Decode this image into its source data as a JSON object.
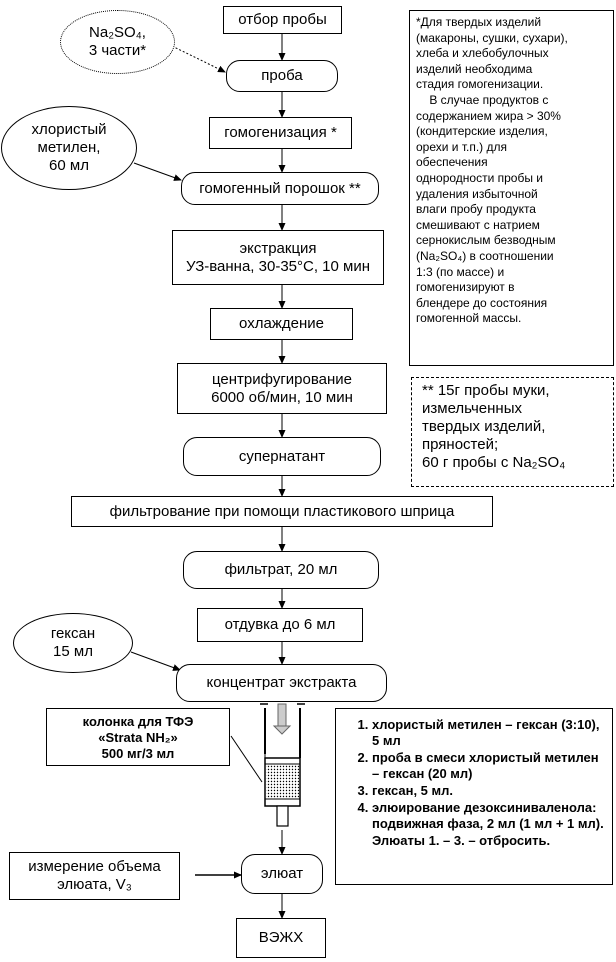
{
  "steps": {
    "sampling": "отбор пробы",
    "sample": "проба",
    "homogenization": "гомогенизация *",
    "homogeneous_powder": "гомогенный порошок **",
    "extraction": [
      "экстракция",
      "УЗ-ванна, 30-35°C, 10 мин"
    ],
    "cooling": "охлаждение",
    "centrifugation": [
      "центрифугирование",
      "6000 об/мин, 10 мин"
    ],
    "supernatant": "супернатант",
    "filtration": "фильтрование при помощи пластикового шприца",
    "filtrate": "фильтрат, 20 мл",
    "evaporation": "отдувка до 6 мл",
    "extract_concentrate": "концентрат экстракта",
    "eluate": "элюат",
    "hplc": "ВЭЖХ",
    "volume_measure": [
      "измерение объема",
      "элюата, V₃"
    ]
  },
  "reagents": {
    "na2so4": [
      "Na₂SO₄,",
      "3 части*"
    ],
    "methylene_chloride": [
      "хлористый",
      "метилен,",
      "60 мл"
    ],
    "hexane": [
      "гексан",
      "15 мл"
    ]
  },
  "column": [
    "колонка для ТФЭ",
    "«Strata NH₂»",
    "500 мг/3 мл"
  ],
  "note_star": [
    "*Для твердых изделий",
    "(макароны, сушки, сухари),",
    "хлеба и хлебобулочных",
    "изделий необходима",
    "стадия гомогенизации.",
    "    В случае продуктов с",
    "содержанием жира > 30%",
    "(кондитерские изделия,",
    "орехи и т.п.) для",
    "обеспечения",
    "однородности пробы и",
    "удаления избыточной",
    "влаги пробу продукта",
    "смешивают с натрием",
    "сернокислым безводным",
    "(Na₂SO₄) в соотношении",
    "1:3 (по массе) и",
    "гомогенизируют в",
    "блендере до состояния",
    "гомогенной массы."
  ],
  "note_double_star": [
    "** 15г пробы муки,",
    "измельченных",
    "твердых изделий,",
    "пряностей;",
    "60 г пробы с Na₂SO₄"
  ],
  "elution_steps": [
    "хлористый метилен – гексан (3:10), 5 мл",
    "проба в смеси хлористый метилен – гексан (20 мл)",
    "гексан, 5 мл.",
    "элюирование дезоксиниваленола: подвижная фаза, 2 мл (1 мл + 1 мл)."
  ],
  "elution_footer": "Элюаты 1. – 3. – отбросить."
}
